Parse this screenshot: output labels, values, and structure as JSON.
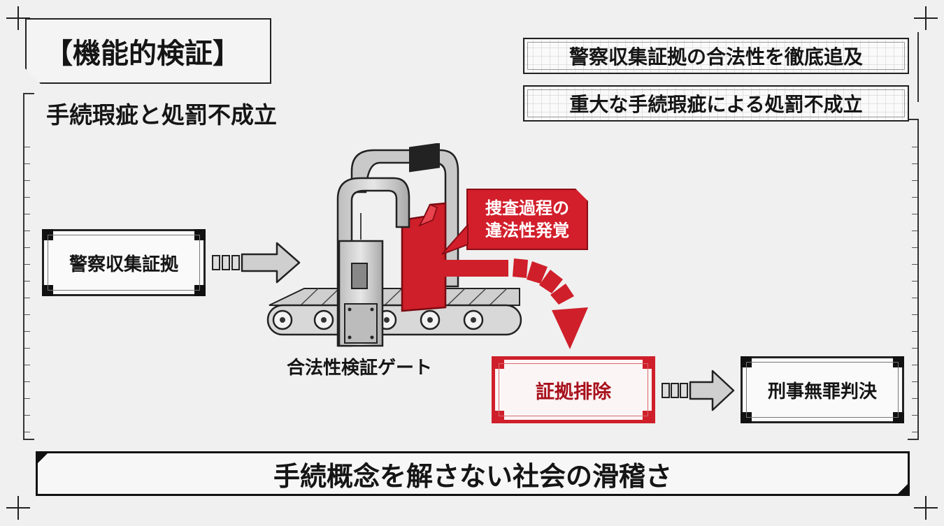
{
  "title": "【機能的検証】",
  "subtitle": "手続瑕疵と処罰不成立",
  "tags": [
    "警察収集証拠の合法性を徹底追及",
    "重大な手続瑕疵による処罰不成立"
  ],
  "flow": {
    "input_node": "警察収集証拠",
    "gate_label": "合法性検証ゲート",
    "callout_line1": "捜査過程の",
    "callout_line2": "違法性発覚",
    "excluded_node": "証拠排除",
    "result_node": "刑事無罪判決"
  },
  "conclusion": "手続概念を解さない社会の滑稽さ",
  "colors": {
    "accent_red": "#cf1f2a",
    "ink": "#151515",
    "background": "#f0f0f0"
  },
  "icons": [
    "crosshair-icon",
    "arrow-right-icon",
    "curved-arrow-icon",
    "conveyor-gate-icon"
  ]
}
